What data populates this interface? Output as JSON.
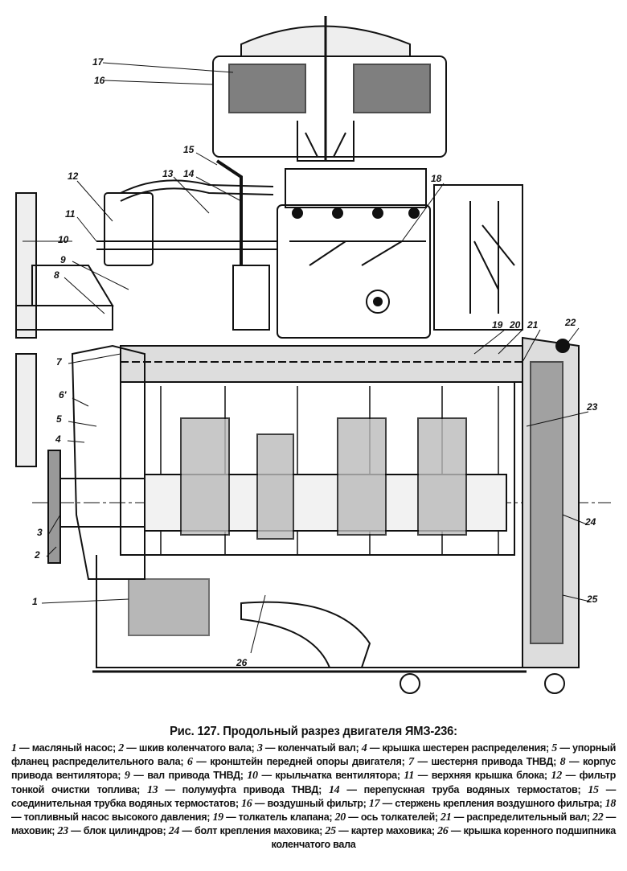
{
  "figure": {
    "caption_title": "Рис. 127. Продольный разрез двигателя ЯМЗ-236:",
    "legend": [
      {
        "num": "1",
        "text": "масляный насос"
      },
      {
        "num": "2",
        "text": "шкив коленчатого вала"
      },
      {
        "num": "3",
        "text": "коленчатый вал"
      },
      {
        "num": "4",
        "text": "крышка шестерен распределения"
      },
      {
        "num": "5",
        "text": "упорный фланец распределительного вала"
      },
      {
        "num": "6",
        "text": "кронштейн передней опоры двигателя"
      },
      {
        "num": "7",
        "text": "шестерня привода ТНВД"
      },
      {
        "num": "8",
        "text": "корпус привода вентилятора"
      },
      {
        "num": "9",
        "text": "вал привода ТНВД"
      },
      {
        "num": "10",
        "text": "крыльчатка вентилятора"
      },
      {
        "num": "11",
        "text": "верхняя крышка блока"
      },
      {
        "num": "12",
        "text": "фильтр тонкой очистки топлива"
      },
      {
        "num": "13",
        "text": "полумуфта привода ТНВД"
      },
      {
        "num": "14",
        "text": "перепускная труба водяных термостатов"
      },
      {
        "num": "15",
        "text": "соединительная трубка водяных термостатов"
      },
      {
        "num": "16",
        "text": "воздушный фильтр"
      },
      {
        "num": "17",
        "text": "стержень крепления воздушного фильтра"
      },
      {
        "num": "18",
        "text": "топливный насос высокого давления"
      },
      {
        "num": "19",
        "text": "толкатель клапана"
      },
      {
        "num": "20",
        "text": "ось толкателей"
      },
      {
        "num": "21",
        "text": "распределительный вал"
      },
      {
        "num": "22",
        "text": "маховик"
      },
      {
        "num": "23",
        "text": "блок цилиндров"
      },
      {
        "num": "24",
        "text": "болт крепления маховика"
      },
      {
        "num": "25",
        "text": "картер маховика"
      },
      {
        "num": "26",
        "text": "крышка коренного подшипника коленчатого вала"
      }
    ],
    "callouts": [
      "1",
      "2",
      "3",
      "4",
      "5",
      "6",
      "6'",
      "7",
      "7",
      "8",
      "9",
      "10",
      "11",
      "12",
      "13",
      "14",
      "15",
      "16",
      "17",
      "18",
      "19",
      "20",
      "21",
      "22",
      "23",
      "24",
      "25",
      "26"
    ]
  }
}
